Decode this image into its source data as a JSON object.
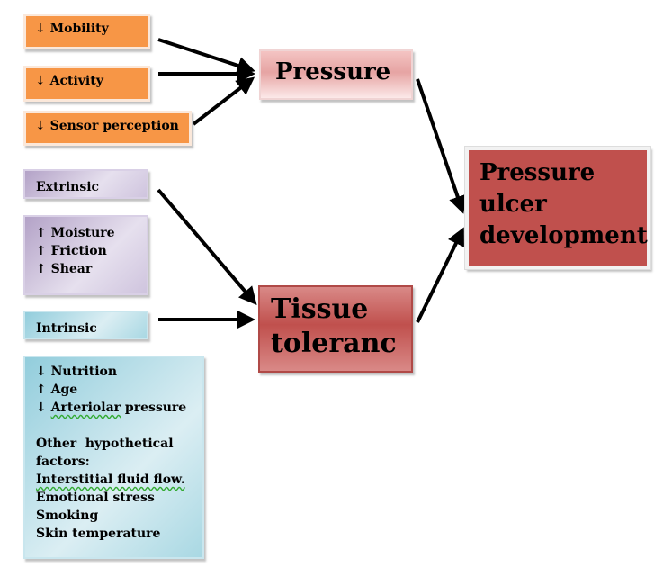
{
  "risk_factors": {
    "mobility": "↓ Mobility",
    "activity": "↓ Activity",
    "sensor": "↓ Sensor perception"
  },
  "extrinsic": {
    "label": "Extrinsic",
    "items": [
      "↑ Moisture",
      "↑ Friction",
      "↑ Shear"
    ]
  },
  "intrinsic": {
    "label": "Intrinsic",
    "items": [
      "↓ Nutrition",
      "↑ Age"
    ],
    "arteriolar_arrow": "↓ ",
    "arteriolar_word": "Arteriolar",
    "arteriolar_rest": " pressure",
    "other_title": "Other  hypothetical factors:",
    "other_items": [
      "Interstitial fluid flow.",
      "Emotional stress",
      "Smoking",
      "Skin temperature"
    ]
  },
  "pressure": "Pressure",
  "tissue": {
    "line1": "Tissue",
    "line2": "toleranc"
  },
  "outcome": {
    "line1": "Pressure",
    "line2": "ulcer",
    "line3": "development"
  },
  "colors": {
    "orange": "#f79646",
    "red": "#c0504d",
    "purple": "#b3a2c7",
    "blue": "#92cddc"
  }
}
